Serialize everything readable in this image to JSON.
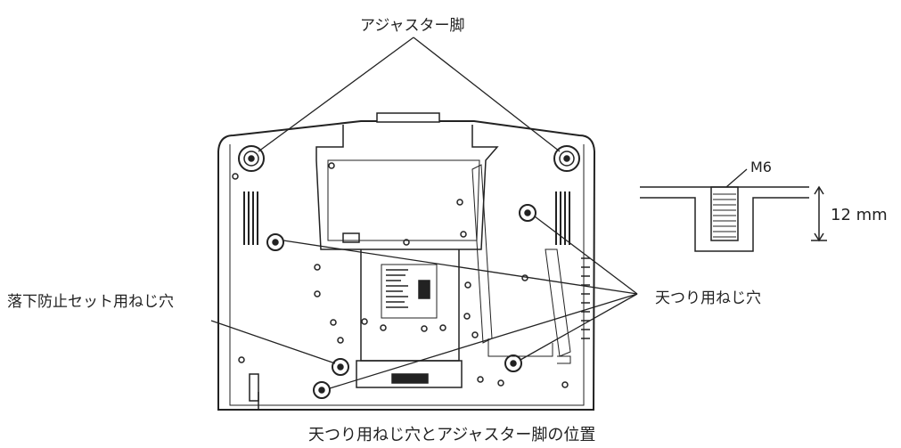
{
  "labels": {
    "adjuster_feet": "アジャスター脚",
    "anti_fall_hole": "落下防止セット用ねじ穴",
    "ceiling_holes": "天つり用ねじ穴",
    "caption": "天つり用ねじ穴とアジャスター脚の位置"
  },
  "screw_detail": {
    "thread": "M6",
    "depth": "12 mm"
  }
}
